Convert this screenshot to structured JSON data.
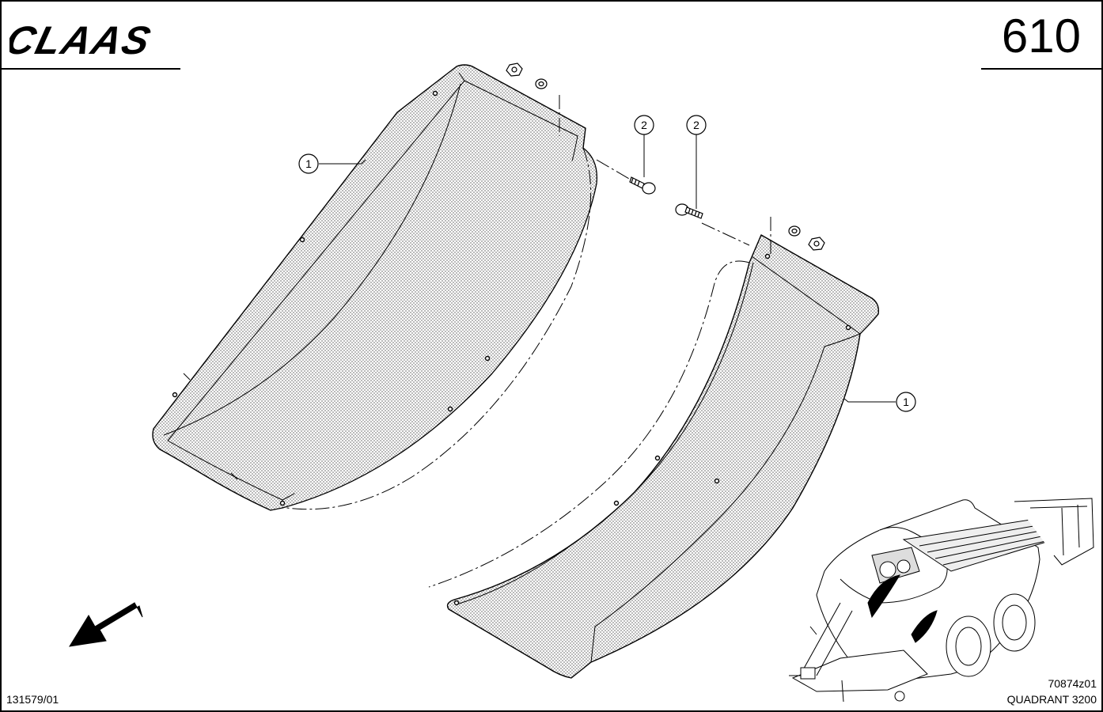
{
  "header": {
    "brand": "CLAAS",
    "page_number": "610"
  },
  "callouts": [
    {
      "id": "callout-1-left",
      "label": "1"
    },
    {
      "id": "callout-1-right",
      "label": "1"
    },
    {
      "id": "callout-2-left",
      "label": "2"
    },
    {
      "id": "callout-2-right",
      "label": "2"
    }
  ],
  "footer": {
    "document_number": "131579/01",
    "figure_number": "70874z01",
    "model": "QUADRANT 3200"
  },
  "colors": {
    "line": "#000000",
    "fill_pattern": "#bdbdbd",
    "background": "#ffffff"
  }
}
